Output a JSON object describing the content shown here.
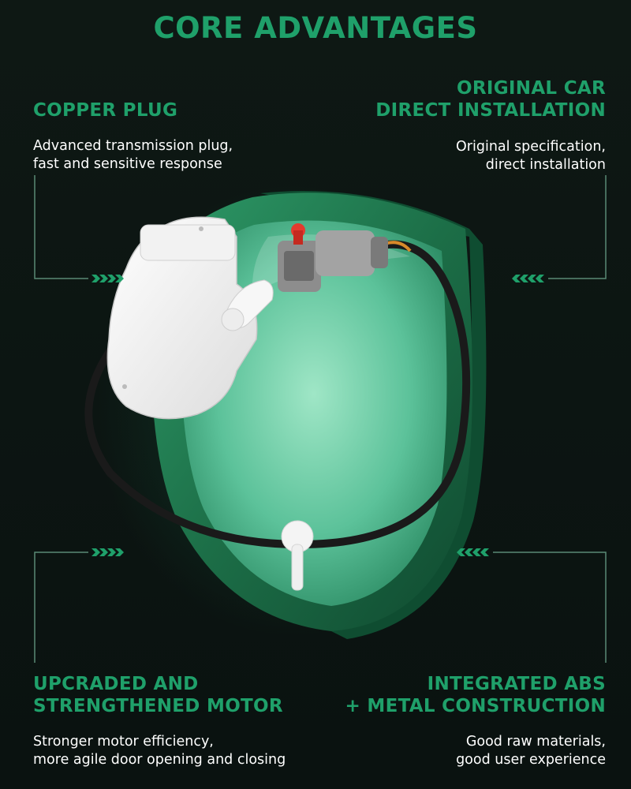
{
  "title": "CORE ADVANTAGES",
  "features": [
    {
      "heading": [
        "COPPER PLUG"
      ],
      "description": [
        "Advanced transmission plug,",
        "fast and sensitive response"
      ]
    },
    {
      "heading": [
        "ORIGINAL CAR",
        "DIRECT INSTALLATION"
      ],
      "description": [
        "Original specification,",
        "direct installation"
      ]
    },
    {
      "heading": [
        "UPCRADED AND",
        "STRENGTHENED MOTOR"
      ],
      "description": [
        "Stronger motor efficiency,",
        "more agile door opening and closing"
      ]
    },
    {
      "heading": [
        "INTEGRATED ABS",
        "+ METAL CONSTRUCTION"
      ],
      "description": [
        "Good raw materials,",
        "good user experience"
      ]
    }
  ],
  "colors": {
    "accent": "#1fa06a",
    "shield": "#1e7a4e",
    "background": "#0c1512",
    "text": "#ffffff"
  },
  "icons": [
    "chevron-right-icon",
    "chevron-left-icon"
  ]
}
